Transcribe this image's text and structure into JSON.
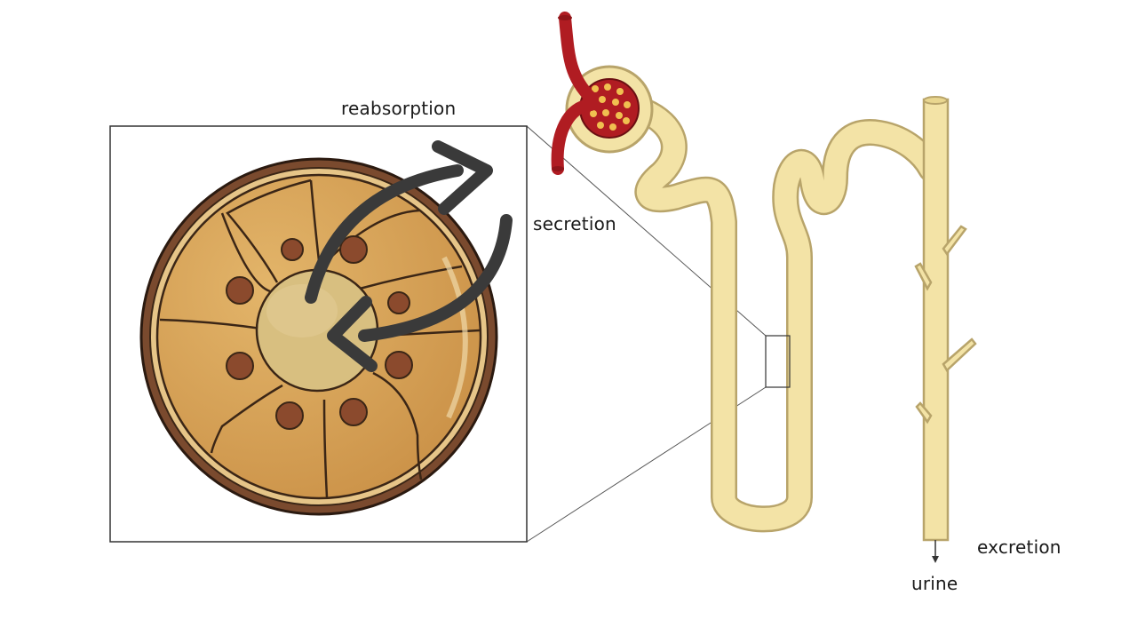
{
  "labels": {
    "reabsorption": "reabsorption",
    "secretion": "secretion",
    "excretion": "excretion",
    "urine": "urine"
  },
  "colors": {
    "tubule_fill": "#f3e3a6",
    "tubule_outline": "#b8a46a",
    "blood_vessel": "#b01c22",
    "cell_fill": "#d9a255",
    "cell_outline": "#4a3322",
    "nucleus": "#8b4a2d",
    "lumen": "#d8bf80",
    "outer_ring": "#7a4a2e",
    "arrow": "#3a3a3a"
  }
}
